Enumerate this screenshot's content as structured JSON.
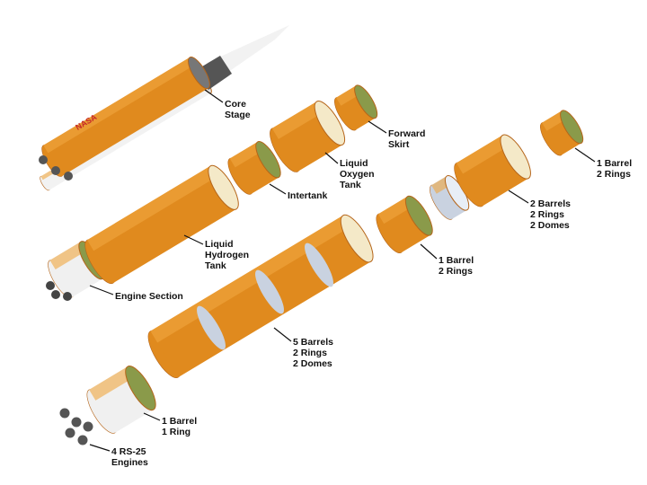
{
  "logo_text": "NASA",
  "labels": {
    "core_stage": [
      "Core",
      "Stage"
    ],
    "forward_skirt": [
      "Forward",
      "Skirt"
    ],
    "lox_tank": [
      "Liquid",
      "Oxygen",
      "Tank"
    ],
    "intertank": [
      "Intertank"
    ],
    "lh2_tank": [
      "Liquid",
      "Hydrogen",
      "Tank"
    ],
    "engine_section": [
      "Engine Section"
    ],
    "skirt_parts": [
      "1 Barrel",
      "2 Rings"
    ],
    "lox_parts": [
      "2 Barrels",
      "2 Rings",
      "2 Domes"
    ],
    "intertank_parts": [
      "1 Barrel",
      "2 Rings"
    ],
    "lh2_parts": [
      "5 Barrels",
      "2 Rings",
      "2 Domes"
    ],
    "engine_section_parts": [
      "1 Barrel",
      "1 Ring"
    ],
    "engines": [
      "4 RS-25",
      "Engines"
    ]
  },
  "colors": {
    "orange": "#e08a1e",
    "cream": "#f4e9c8",
    "green": "#8a9a4a",
    "silver": "#c9d2e0",
    "white": "#f2f2f2"
  }
}
